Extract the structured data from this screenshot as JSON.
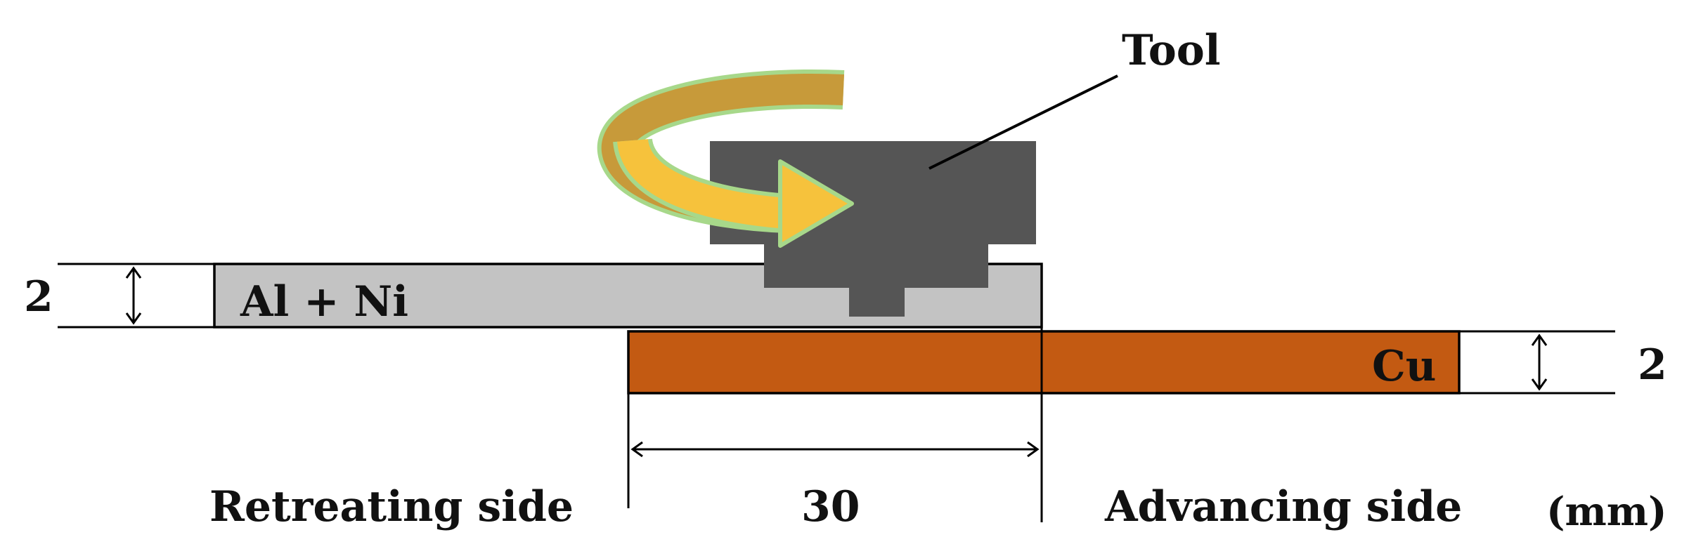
{
  "labels": {
    "tool": "Tool",
    "top_plate": "Al + Ni",
    "bottom_plate": "Cu",
    "top_thickness": "2",
    "bottom_thickness": "2",
    "overlap_width": "30",
    "retreating_side": "Retreating side",
    "advancing_side": "Advancing side",
    "units": "(mm)"
  },
  "colors": {
    "tool": "#555555",
    "top_plate": "#c3c3c3",
    "bottom_plate": "#c35a12",
    "rotation_arrow_fill": "#f6c23c",
    "rotation_arrow_outline": "#a7d88a",
    "rotation_arrow_shadow": "#c79a3a"
  },
  "icons": {
    "rotation": "curved-rotation-arrow-icon"
  }
}
